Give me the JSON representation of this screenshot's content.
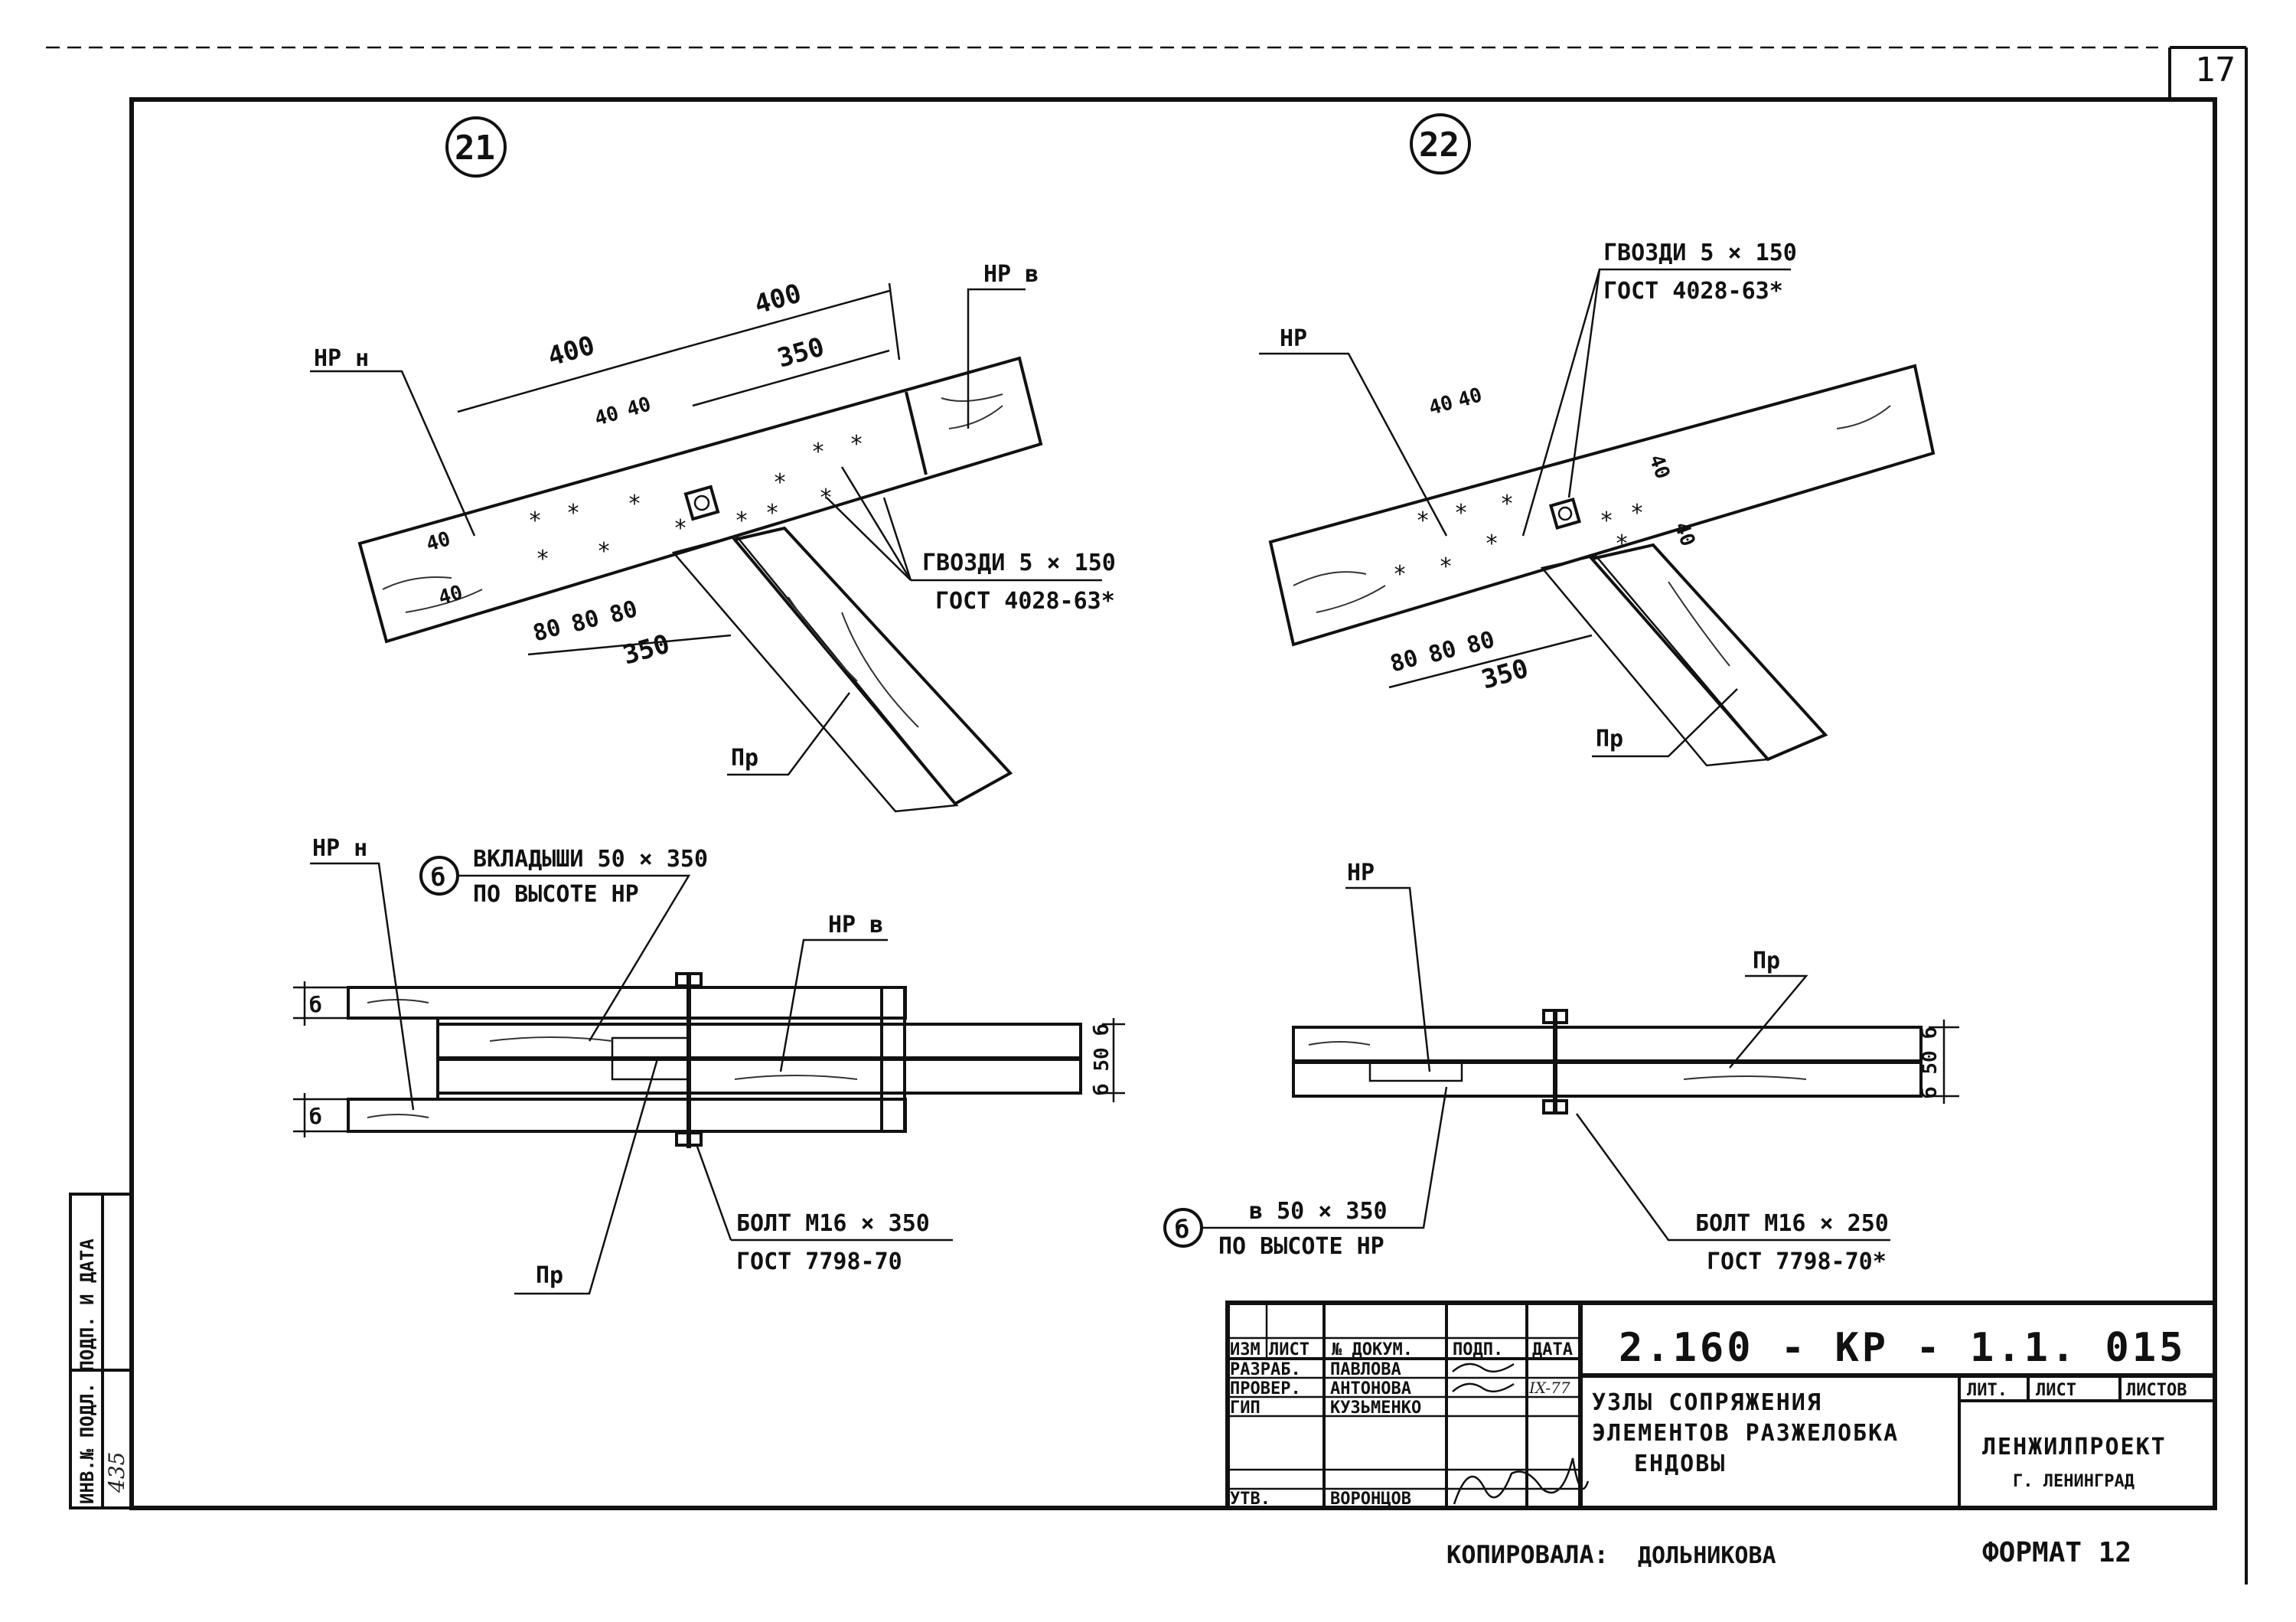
{
  "page_number": "17",
  "node_markers": {
    "left": "21",
    "right": "22"
  },
  "top_left": {
    "label_nrn": "НР н",
    "label_nrv": "НР в",
    "label_pr": "Пр",
    "dims": {
      "d400a": "400",
      "d400b": "400",
      "d350top": "350",
      "d40a": "40",
      "d40b": "40",
      "s40a": "40",
      "s40b": "40",
      "b80a": "80",
      "b80b": "80",
      "b80c": "80",
      "b350": "350"
    },
    "nails_line1": "ГВОЗДИ 5 × 150",
    "nails_line2": "ГОСТ 4028-63*"
  },
  "top_right": {
    "label_nr": "НР",
    "label_pr": "Пр",
    "nails_line1": "ГВОЗДИ 5 × 150",
    "nails_line2": "ГОСТ 4028-63*",
    "dims": {
      "d40a": "40",
      "d40b": "40",
      "r40a": "40",
      "r40b": "40",
      "b80a": "80",
      "b80b": "80",
      "b80c": "80",
      "b350": "350"
    }
  },
  "bottom_left": {
    "label_nrn": "НР н",
    "label_nrv": "НР в",
    "label_pr": "Пр",
    "marker": "б",
    "insert_line1": "ВКЛАДЫШИ 50 × 350",
    "insert_line2": "ПО ВЫСОТЕ НР",
    "bolt_line1": "БОЛТ М16 × 350",
    "bolt_line2": "ГОСТ 7798-70",
    "dim_b1": "б",
    "dim_b2": "б",
    "dim_right": "б 50 б"
  },
  "bottom_right": {
    "label_nr": "НР",
    "label_pr": "Пр",
    "marker": "б",
    "insert_line1": "в 50 × 350",
    "insert_line2": "ПО ВЫСОТЕ НР",
    "bolt_line1": "БОЛТ М16 × 250",
    "bolt_line2": "ГОСТ 7798-70*",
    "dim_right": "б 50 б"
  },
  "side_stamp": {
    "heading": "ИНВ.№ ПОДЛ. ПОДП. И ДАТА",
    "number": "435"
  },
  "title_block": {
    "code": "2.160 - КР - 1.1. 015",
    "col_headers": [
      "ИЗМ",
      "ЛИСТ",
      "№ ДОКУМ.",
      "ПОДП.",
      "ДАТА"
    ],
    "rows": [
      {
        "role": "РАЗРАБ.",
        "name": "ПАВЛОВА"
      },
      {
        "role": "ПРОВЕР.",
        "name": "АНТОНОВА"
      },
      {
        "role": "ГИП",
        "name": "КУЗЬМЕНКО"
      },
      {
        "role": "",
        "name": ""
      },
      {
        "role": "УТВ.",
        "name": "ВОРОНЦОВ"
      }
    ],
    "date_mark": "IX-77",
    "title_line1": "УЗЛЫ СОПРЯЖЕНИЯ",
    "title_line2": "ЭЛЕМЕНТОВ РАЗЖЕЛОБКА",
    "title_line3": "ЕНДОВЫ",
    "lit_headers": [
      "ЛИТ.",
      "ЛИСТ",
      "ЛИСТОВ"
    ],
    "org_line1": "ЛЕНЖИЛПРОЕКТ",
    "org_line2": "Г. ЛЕНИНГРАД"
  },
  "footer": {
    "copied_label": "КОПИРОВАЛА:",
    "copied_name": "ДОЛЬНИКОВА",
    "format": "ФОРМАТ 12"
  }
}
